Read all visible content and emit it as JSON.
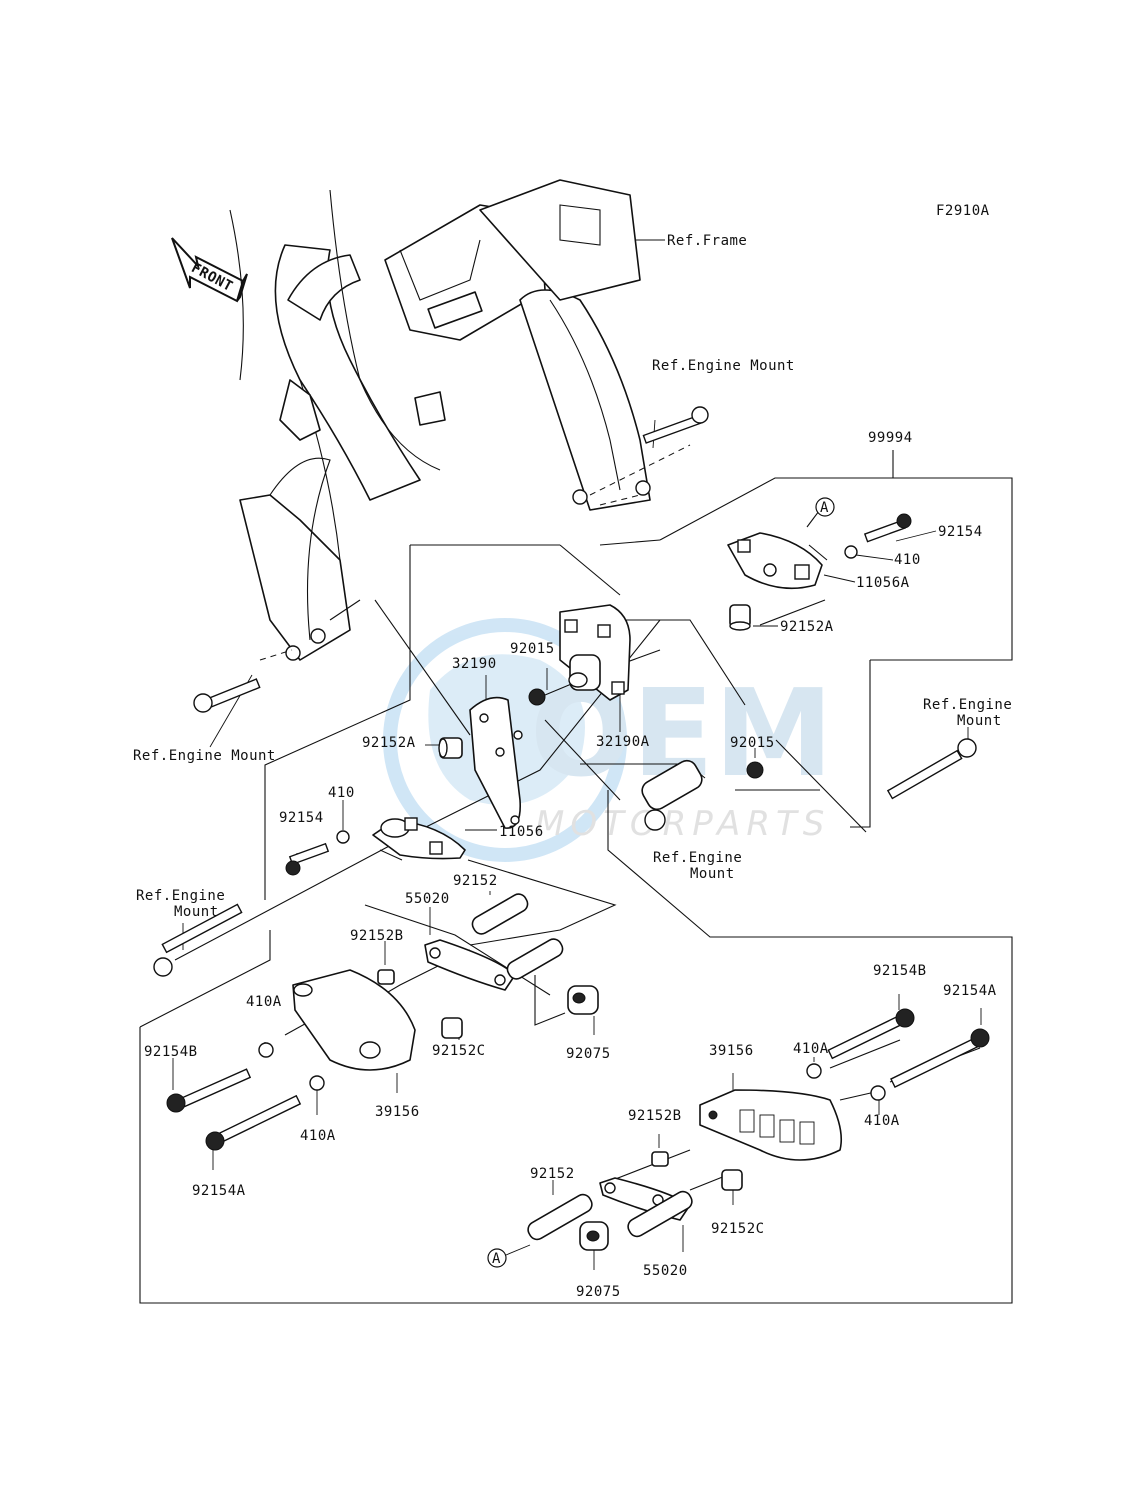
{
  "figure_code": "F2910A",
  "front_label": "FRONT",
  "watermark": {
    "brand": "OEM",
    "sub": "MOTORPARTS"
  },
  "callout_ref": "A",
  "labels": {
    "ref_frame": "Ref.Frame",
    "ref_engine_mount_top": "Ref.Engine Mount",
    "ref_engine_mount_left": "Ref.Engine Mount",
    "ref_engine_mount_right_1": "Ref.Engine",
    "ref_engine_mount_right_2": "Mount",
    "ref_engine_mount_center_1": "Ref.Engine",
    "ref_engine_mount_center_2": "Mount",
    "ref_engine_mount_lower_1": "Ref.Engine",
    "ref_engine_mount_lower_2": "Mount",
    "p99994": "99994",
    "p92154_r": "92154",
    "p410_r": "410",
    "p11056A": "11056A",
    "p92152A_r": "92152A",
    "p92015_top": "92015",
    "p32190": "32190",
    "p32190A": "32190A",
    "p92015_mid": "92015",
    "p92152A_l": "92152A",
    "p410_l": "410",
    "p92154_l": "92154",
    "p11056": "11056",
    "p92152_top": "92152",
    "p55020_top": "55020",
    "p92152B_top": "92152B",
    "p410A_l1": "410A",
    "p92154B_l": "92154B",
    "p92152C_top": "92152C",
    "p92075_top": "92075",
    "p39156_l": "39156",
    "p410A_l2": "410A",
    "p92154A_l": "92154A",
    "p92154B_r": "92154B",
    "p92154A_r": "92154A",
    "p410A_r1": "410A",
    "p39156_r": "39156",
    "p410A_r2": "410A",
    "p92152B_bot": "92152B",
    "p92152_bot": "92152",
    "p92152C_bot": "92152C",
    "p55020_bot": "55020",
    "p92075_bot": "92075"
  }
}
